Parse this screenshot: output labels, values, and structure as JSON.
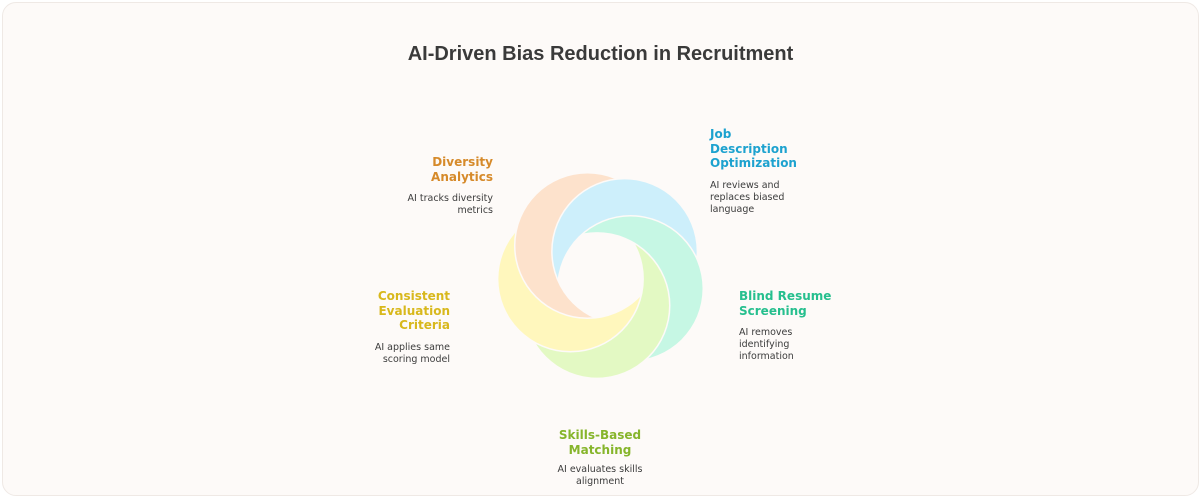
{
  "title": "AI-Driven Bias Reduction in Recruitment",
  "petals": [
    {
      "id": "job",
      "title": "Job Description Optimization",
      "lines": [
        "Job",
        "Description",
        "Optimization"
      ],
      "desc": "AI reviews and replaces biased language",
      "desc_lines": [
        "AI reviews and",
        "replaces biased",
        "language"
      ],
      "color": "#1da2cf",
      "fill": "#cdeffb"
    },
    {
      "id": "blind",
      "title": "Blind Resume Screening",
      "lines": [
        "Blind Resume",
        "Screening"
      ],
      "desc": "AI removes identifying information",
      "desc_lines": [
        "AI removes",
        "identifying",
        "information"
      ],
      "color": "#26bf8e",
      "fill": "#c6f7e4"
    },
    {
      "id": "skills",
      "title": "Skills-Based Matching",
      "lines": [
        "Skills-Based",
        "Matching"
      ],
      "desc": "AI evaluates skills alignment",
      "desc_lines": [
        "AI evaluates skills",
        "alignment"
      ],
      "color": "#86b52b",
      "fill": "#e3f9c3"
    },
    {
      "id": "consistent",
      "title": "Consistent Evaluation Criteria",
      "lines": [
        "Consistent",
        "Evaluation",
        "Criteria"
      ],
      "desc": "AI applies same scoring model",
      "desc_lines": [
        "AI applies same",
        "scoring model"
      ],
      "color": "#d8b81c",
      "fill": "#fff7bd"
    },
    {
      "id": "diversity",
      "title": "Diversity Analytics",
      "lines": [
        "Diversity",
        "Analytics"
      ],
      "desc": "AI tracks diversity metrics",
      "desc_lines": [
        "AI tracks diversity",
        "metrics"
      ],
      "color": "#d68a2a",
      "fill": "#fde2cc"
    }
  ]
}
